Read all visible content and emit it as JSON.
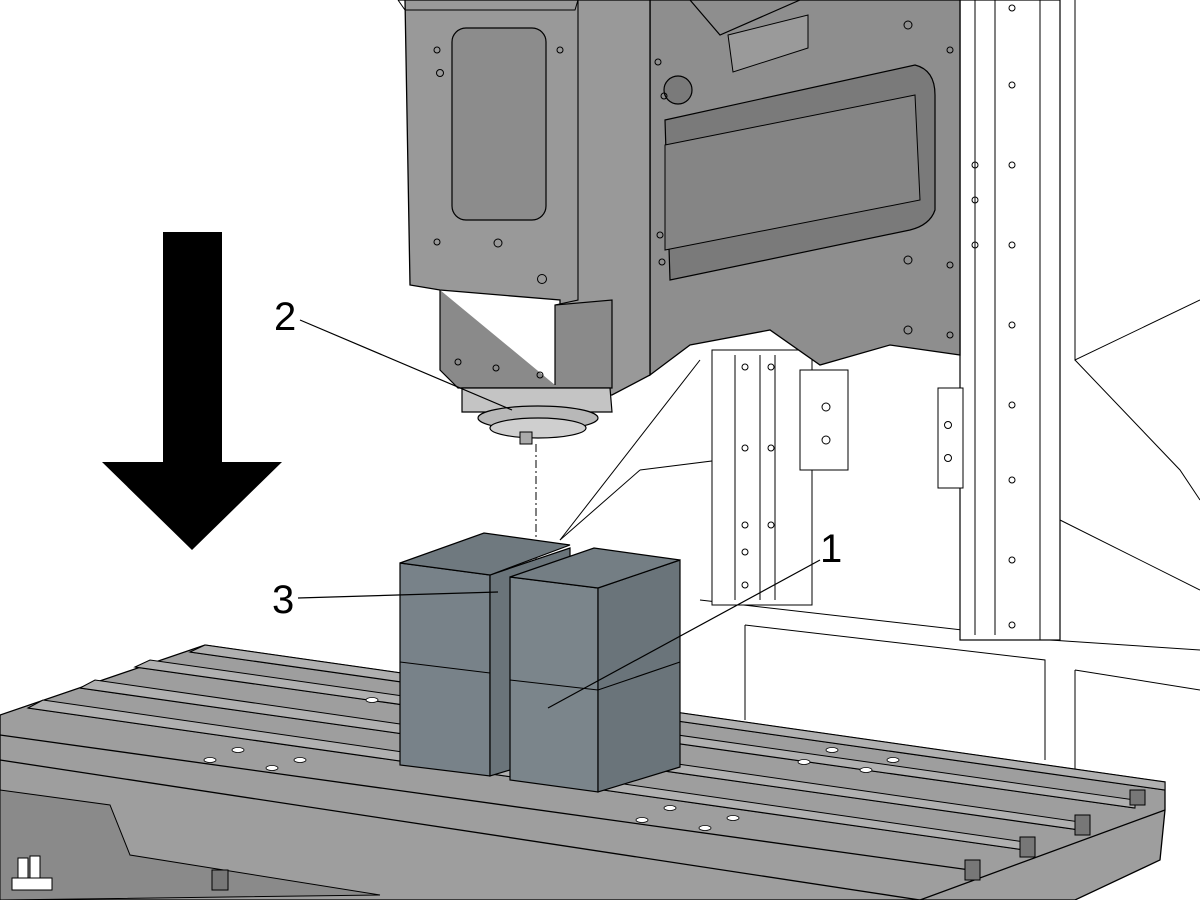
{
  "callouts": [
    {
      "id": "1",
      "label": "1"
    },
    {
      "id": "2",
      "label": "2"
    },
    {
      "id": "3",
      "label": "3"
    }
  ],
  "colors": {
    "head": "#8e8e8e",
    "head_dark": "#6c6c6c",
    "table": "#9a9a9a",
    "table_dark": "#6e6e6e",
    "blocks": "#788289",
    "blocks_dark": "#5f696f",
    "arrow": "#000000"
  },
  "icons": {
    "direction": "down-arrow-icon"
  }
}
